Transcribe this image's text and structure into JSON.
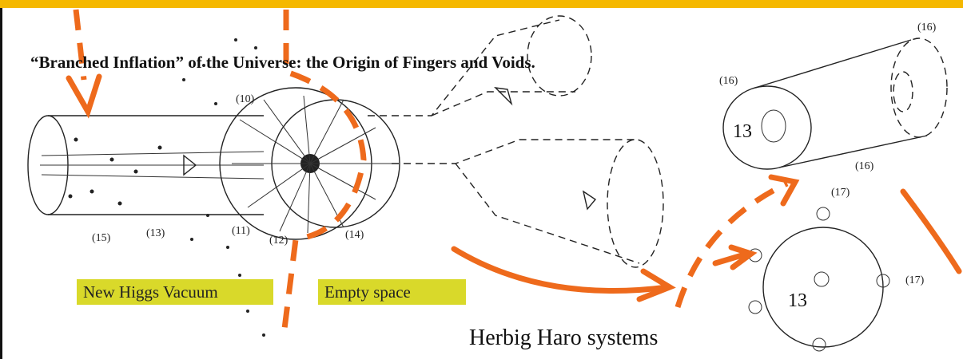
{
  "title": "“Branched Inflation” of the Universe: the Origin of Fingers and Voids.",
  "labels": {
    "higgs": "New Higgs Vacuum",
    "empty": "Empty space",
    "caption": "Herbig Haro systems"
  },
  "callouts": {
    "n10": "(10)",
    "n11": "(11)",
    "n12": "(12)",
    "n13": "(13)",
    "n14": "(14)",
    "n15": "(15)",
    "n16a": "(16)",
    "n16b": "(16)",
    "n16c": "(16)",
    "n17a": "(17)",
    "n17b": "(17)",
    "big13a": "13",
    "big13b": "13"
  },
  "colors": {
    "accent_bar": "#f5b800",
    "arrow_orange": "#ee6a1c",
    "label_highlight": "#d9d92a"
  }
}
